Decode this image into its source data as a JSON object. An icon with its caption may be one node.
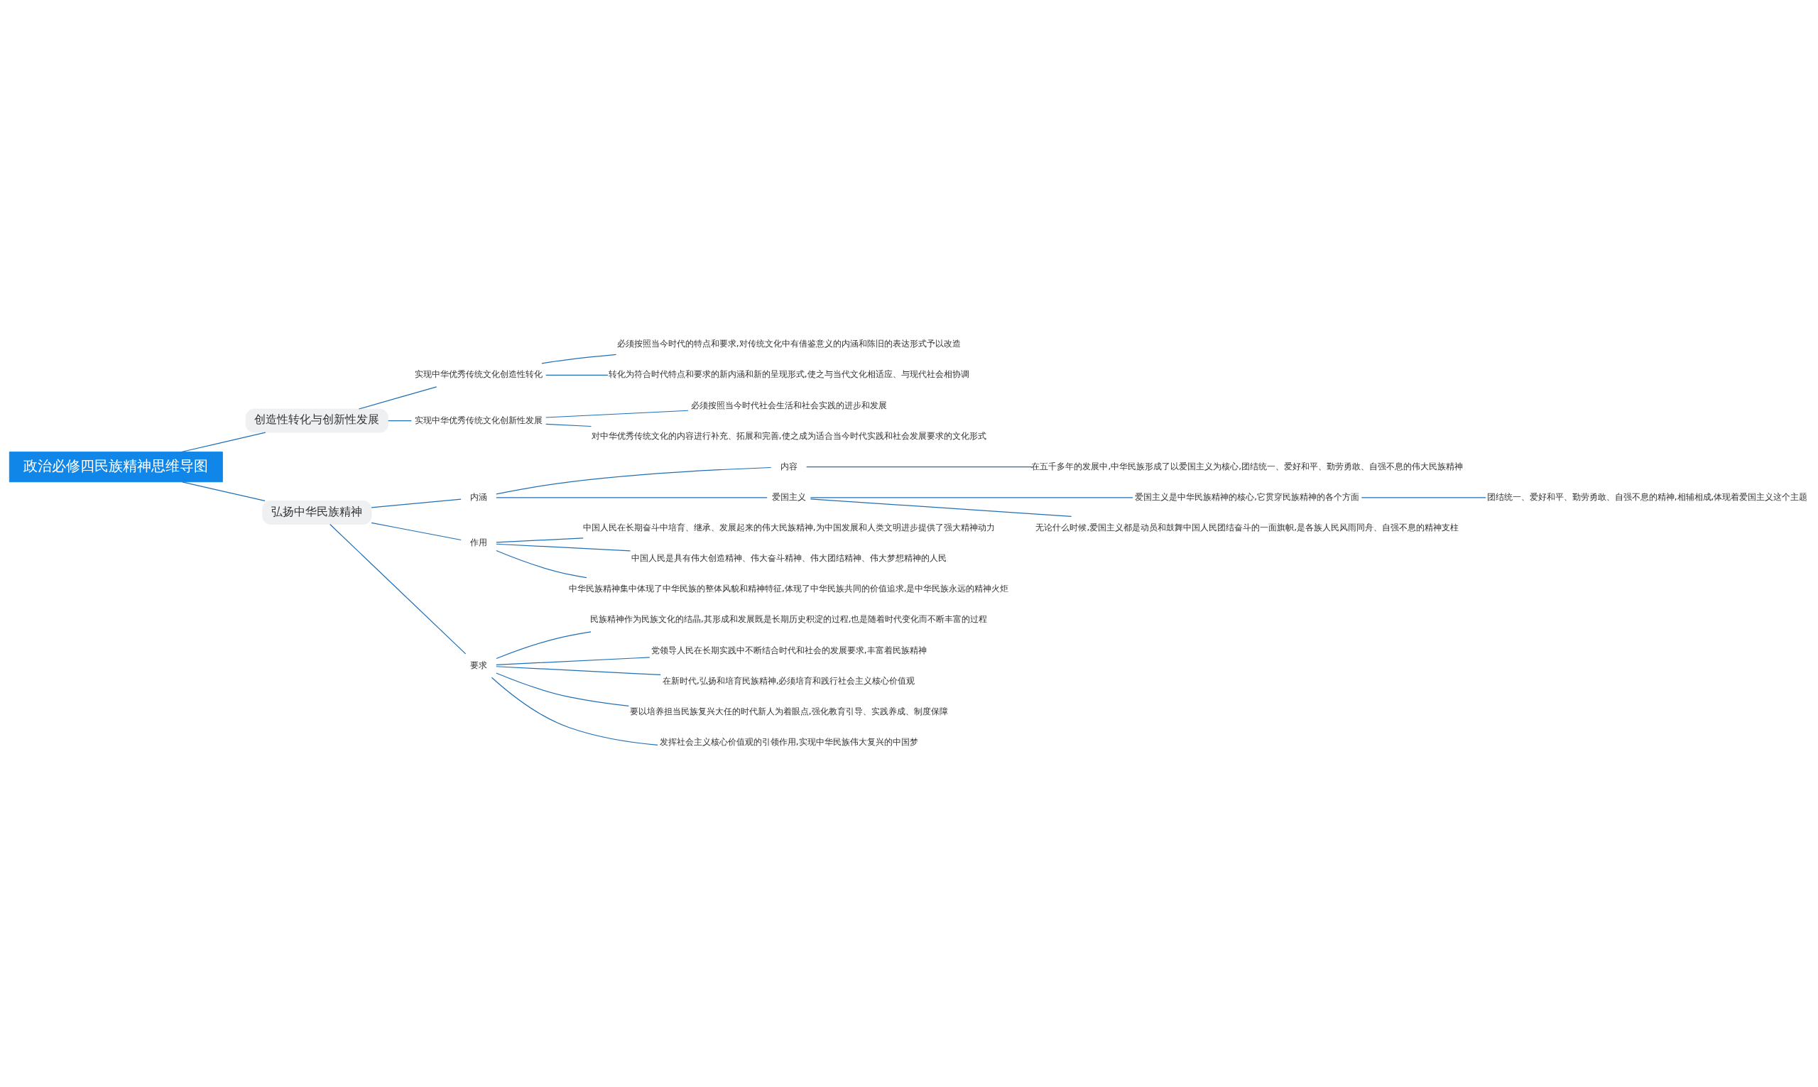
{
  "diagram": {
    "nodes": [
      {
        "text": [
          "政治必修四民族精神思维导图"
        ]
      },
      {
        "text": [
          "创造性转化与创新性发展"
        ]
      },
      {
        "text": [
          "实现中华优秀传统文化创造性转化"
        ]
      },
      {
        "text": [
          "必须按照当今时代的特点和要求,对传统文化中有借鉴意义的内涵和陈旧的表达形式予以改造"
        ]
      },
      {
        "text": [
          "转化为符合时代特点和要求的新内涵和新的呈现形式,使之与当代文化相适应、与现代社会相协调"
        ]
      },
      {
        "text": [
          "实现中华优秀传统文化创新性发展"
        ]
      },
      {
        "text": [
          "必须按照当今时代社会生活和社会实践的进步和发展"
        ]
      },
      {
        "text": [
          "对中华优秀传统文化的内容进行补充、拓展和完善,使之成为适合当今时代实践和社会发展要求的文化形式"
        ]
      },
      {
        "text": [
          "弘扬中华民族精神"
        ]
      },
      {
        "text": [
          "内涵"
        ]
      },
      {
        "text": [
          "内容"
        ]
      },
      {
        "text": [
          "在五千多年的发展中,中华民族形成了以爱国主义为核心,团结统一、爱好和平、勤劳勇敢、自强不息的伟大民族精神"
        ]
      },
      {
        "text": [
          "爱国主义"
        ]
      },
      {
        "text": [
          "爱国主义是中华民族精神的核心,它贯穿民族精神的各个方面"
        ]
      },
      {
        "text": [
          "团结统一、爱好和平、勤劳勇敢、自强不息的精神,相辅相成,体现着爱国主义这个主题"
        ]
      },
      {
        "text": [
          "无论什么时候,爱国主义都是动员和鼓舞中国人民团结奋斗的一面旗帜,是各族人民风雨同舟、自强不息的精神支柱"
        ]
      },
      {
        "text": [
          "作用"
        ]
      },
      {
        "text": [
          "中国人民在长期奋斗中培育、继承、发展起来的伟大民族精神,为中国发展和人类文明进步提供了强大精神动力"
        ]
      },
      {
        "text": [
          "中国人民是具有伟大创造精神、伟大奋斗精神、伟大团结精神、伟大梦想精神的人民"
        ]
      },
      {
        "text": [
          "中华民族精神集中体现了中华民族的整体风貌和精神特征,体现了中华民族共同的价值追求,是中华民族永远的精神火炬"
        ]
      },
      {
        "text": [
          "要求"
        ]
      },
      {
        "text": [
          "民族精神作为民族文化的结晶,其形成和发展既是长期历史积淀的过程,也是随着时代变化而不断丰富的过程"
        ]
      },
      {
        "text": [
          "党领导人民在长期实践中不断结合时代和社会的发展要求,丰富着民族精神"
        ]
      },
      {
        "text": [
          "在新时代,弘扬和培育民族精神,必须培育和践行社会主义核心价值观"
        ]
      },
      {
        "text": [
          "要以培养担当民族复兴大任的时代新人为着眼点,强化教育引导、实践养成、制度保障"
        ]
      },
      {
        "text": [
          "发挥社会主义核心价值观的引领作用,实现中华民族伟大复兴的中国梦"
        ]
      }
    ],
    "edges": [
      {
        "from": 0,
        "to": 1,
        "arrow": "none"
      },
      {
        "from": 1,
        "to": 2,
        "arrow": "none"
      },
      {
        "from": 2,
        "to": 3,
        "arrow": "none"
      },
      {
        "from": 2,
        "to": 4,
        "arrow": "none"
      },
      {
        "from": 1,
        "to": 5,
        "arrow": "none"
      },
      {
        "from": 5,
        "to": 6,
        "arrow": "none"
      },
      {
        "from": 5,
        "to": 7,
        "arrow": "none"
      },
      {
        "from": 0,
        "to": 8,
        "arrow": "none"
      },
      {
        "from": 8,
        "to": 9,
        "arrow": "none"
      },
      {
        "from": 9,
        "to": 10,
        "arrow": "none"
      },
      {
        "from": 10,
        "to": 11,
        "arrow": "none"
      },
      {
        "from": 9,
        "to": 12,
        "arrow": "none"
      },
      {
        "from": 12,
        "to": 13,
        "arrow": "none"
      },
      {
        "from": 13,
        "to": 14,
        "arrow": "none"
      },
      {
        "from": 12,
        "to": 15,
        "arrow": "none"
      },
      {
        "from": 8,
        "to": 16,
        "arrow": "none"
      },
      {
        "from": 16,
        "to": 17,
        "arrow": "none"
      },
      {
        "from": 16,
        "to": 18,
        "arrow": "none"
      },
      {
        "from": 16,
        "to": 19,
        "arrow": "none"
      },
      {
        "from": 8,
        "to": 20,
        "arrow": "none"
      },
      {
        "from": 20,
        "to": 21,
        "arrow": "none"
      },
      {
        "from": 20,
        "to": 22,
        "arrow": "none"
      },
      {
        "from": 20,
        "to": 23,
        "arrow": "none"
      },
      {
        "from": 20,
        "to": 24,
        "arrow": "none"
      },
      {
        "from": 20,
        "to": 25,
        "arrow": "none"
      }
    ]
  }
}
